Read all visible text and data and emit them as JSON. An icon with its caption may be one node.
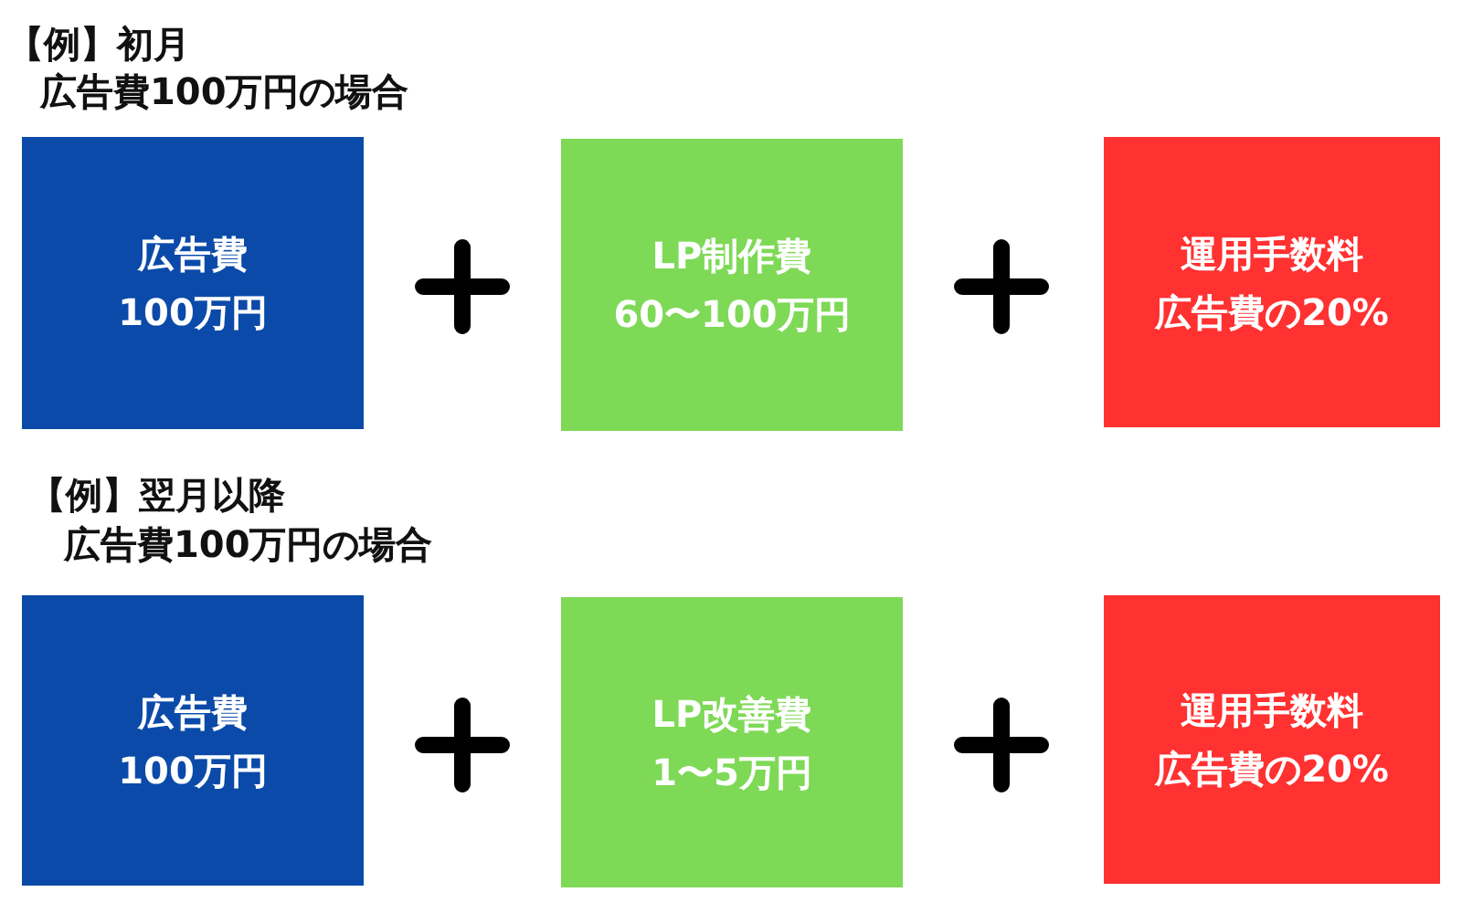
{
  "diagram": {
    "nodes": [
      {
        "text": [
          "広告費",
          "100万円"
        ]
      },
      {
        "text": [
          "LP制作費",
          "60〜100万円"
        ]
      },
      {
        "text": [
          "運用手数料",
          "広告費の20%"
        ]
      },
      {
        "text": [
          "広告費",
          "100万円"
        ]
      },
      {
        "text": [
          "LP改善費",
          "1〜5万円"
        ]
      },
      {
        "text": [
          "運用手数料",
          "広告費の20%"
        ]
      }
    ],
    "labels": [
      "【例】初月",
      "広告費100万円の場合",
      "【例】翌月以降",
      "広告費100万円の場合"
    ]
  }
}
